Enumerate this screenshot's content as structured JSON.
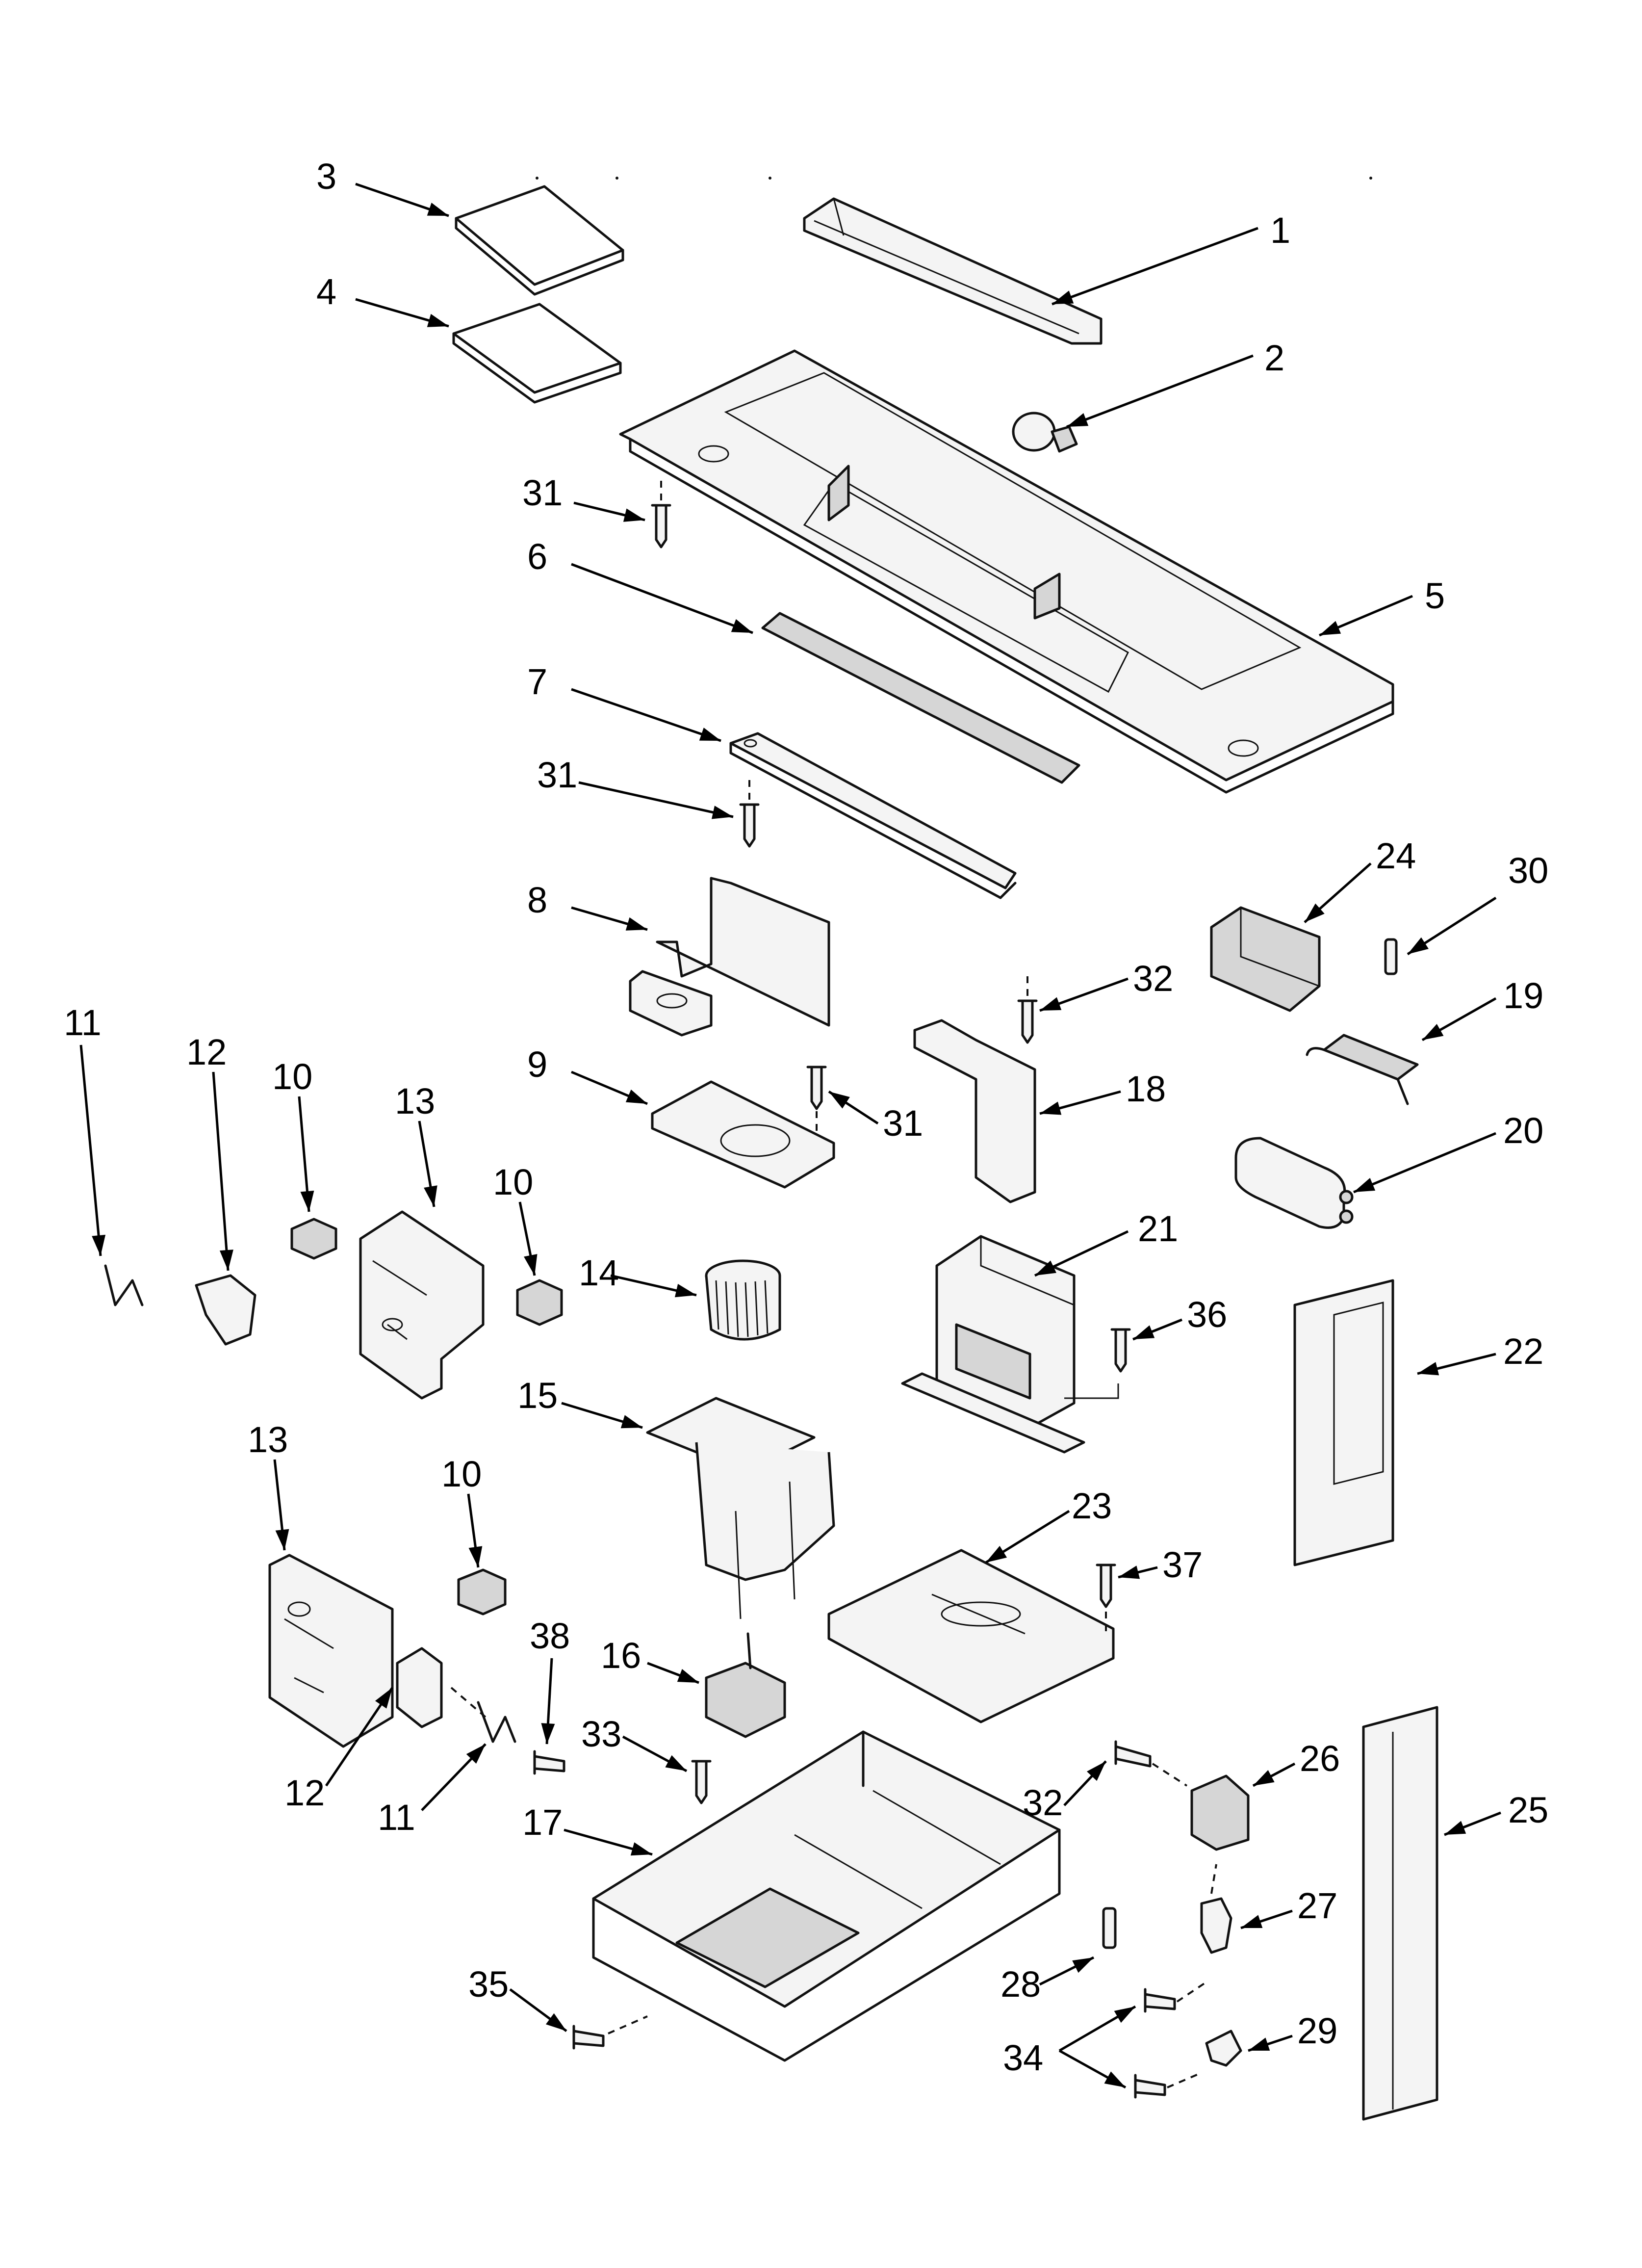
{
  "diagram": {
    "callouts": [
      "1",
      "2",
      "3",
      "4",
      "5",
      "6",
      "7",
      "8",
      "9",
      "10",
      "10",
      "10",
      "11",
      "11",
      "12",
      "12",
      "13",
      "13",
      "14",
      "15",
      "16",
      "17",
      "18",
      "19",
      "20",
      "21",
      "22",
      "23",
      "24",
      "25",
      "26",
      "27",
      "28",
      "29",
      "30",
      "31",
      "31",
      "31",
      "32",
      "32",
      "33",
      "34",
      "35",
      "36",
      "37",
      "38"
    ]
  }
}
